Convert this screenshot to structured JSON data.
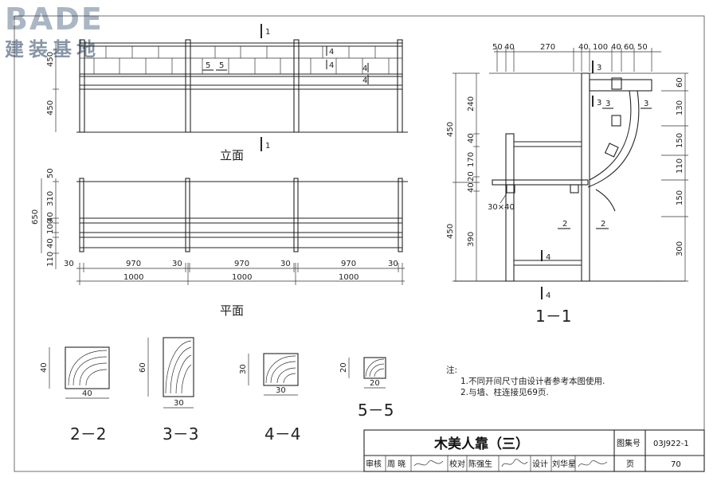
{
  "logo": {
    "brand": "BADE",
    "chinese": "建装基地"
  },
  "views": {
    "elevation": {
      "title": "立面",
      "cut_marks": [
        "1",
        "1"
      ],
      "tags": [
        "5",
        "5",
        "4",
        "4",
        "4",
        "4"
      ],
      "height_dims": [
        "450",
        "450"
      ]
    },
    "plan": {
      "title": "平面",
      "left_dims": [
        "650",
        "50",
        "310",
        "40",
        "100",
        "40",
        "110"
      ],
      "bottom_dims_small": [
        "30",
        "970",
        "30",
        "970",
        "30",
        "970",
        "30"
      ],
      "bottom_dims_large": [
        "1000",
        "1000",
        "1000"
      ]
    },
    "section": {
      "title": "1－1",
      "top_dims": [
        "50",
        "40",
        "270",
        "40",
        "100",
        "40",
        "60",
        "50"
      ],
      "left_dims": [
        "450",
        "240",
        "40",
        "170",
        "20",
        "40",
        "450",
        "390"
      ],
      "right_dims": [
        "60",
        "130",
        "150",
        "110",
        "150",
        "300"
      ],
      "callouts": [
        "3",
        "3",
        "3",
        "3",
        "2",
        "2",
        "4",
        "4"
      ],
      "member_label": "30×40"
    }
  },
  "details": [
    {
      "label": "2－2",
      "h": "40",
      "w": "40"
    },
    {
      "label": "3－3",
      "h": "60",
      "w": "30"
    },
    {
      "label": "4－4",
      "h": "30",
      "w": "30"
    },
    {
      "label": "5－5",
      "h": "20",
      "w": "20"
    }
  ],
  "notes": {
    "heading": "注:",
    "items": [
      "1.不同开间尺寸由设计者参考本图使用.",
      "2.与墙、柱连接见69页."
    ]
  },
  "title_block": {
    "title": "木美人靠（三）",
    "atlas_label": "图集号",
    "atlas_no": "03J922-1",
    "review_label": "审核",
    "reviewer": "周 晓",
    "check_label": "校对",
    "checker": "陈强生",
    "design_label": "设计",
    "designer": "刘华星",
    "page_label": "页",
    "page_no": "70"
  },
  "colors": {
    "line": "#222222",
    "logo_light": "#aab6c4",
    "logo_dark": "#8795a6"
  }
}
